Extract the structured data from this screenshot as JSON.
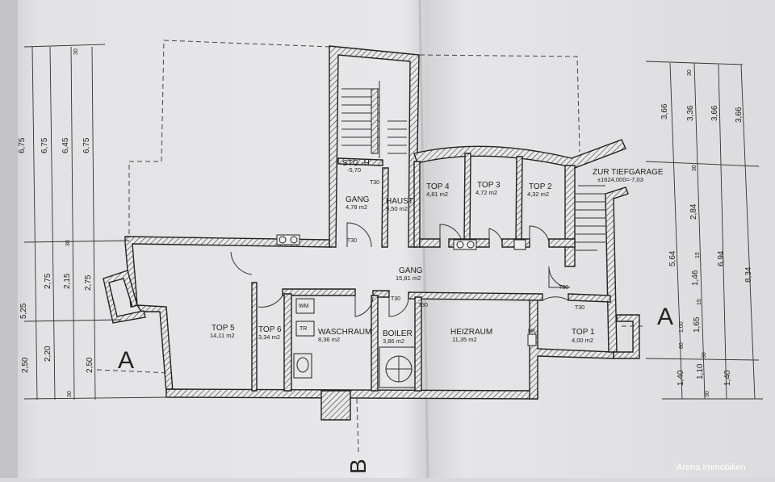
{
  "rooms": {
    "stg": {
      "name": "STG.-H.",
      "area": "-5,70"
    },
    "gang_small": {
      "name": "GANG",
      "area": "4,78 m2"
    },
    "haust": {
      "name": "HAUST.",
      "area": "9,50 m2"
    },
    "top4": {
      "name": "TOP 4",
      "area": "4,81 m2"
    },
    "top3": {
      "name": "TOP 3",
      "area": "4,72 m2"
    },
    "top2": {
      "name": "TOP 2",
      "area": "4,32 m2"
    },
    "gang_main": {
      "name": "GANG",
      "area": "15,81 m2"
    },
    "top5": {
      "name": "TOP 5",
      "area": "14,11 m2"
    },
    "top6": {
      "name": "TOP 6",
      "area": "3,34 m2"
    },
    "waschraum": {
      "name": "WASCHRAUM",
      "area": "8,36 m2"
    },
    "boiler": {
      "name": "BOILER",
      "area": "3,86 m2"
    },
    "heizraum": {
      "name": "HEIZRAUM",
      "area": "11,35 m2"
    },
    "top1": {
      "name": "TOP 1",
      "area": "4,00 m2"
    }
  },
  "garage": {
    "line1": "ZUR TIEFGARAGE",
    "line2": "±1624,000=-7,03"
  },
  "door_tags": {
    "t30": "T30"
  },
  "fixtures": {
    "wm": "WM",
    "tr": "TR",
    "hk": "HK"
  },
  "section_marks": {
    "a_left": "A",
    "a_right": "A",
    "b": "B"
  },
  "dims_left": {
    "col1": [
      "6,75",
      "5,25",
      "2,50"
    ],
    "col2": [
      "6,75",
      "2,75",
      "2,20"
    ],
    "col3": [
      "6,45",
      "2,15",
      "30",
      "30",
      "30"
    ],
    "col4": [
      "6,75",
      "2,75",
      "2,50"
    ]
  },
  "dims_right": {
    "col1": [
      "3,66",
      "5,64",
      "1,40"
    ],
    "col2": [
      "30",
      "3,36",
      "2,84",
      "1,46",
      "1,65",
      "1,10",
      "30",
      "80",
      "30",
      "30",
      "15",
      "15",
      "1,00"
    ],
    "col3": [
      "3,66",
      "6,94",
      "1,40"
    ],
    "col4": [
      "3,66",
      "8,34"
    ]
  },
  "watermark": "Arena Immobilien",
  "colors": {
    "paper": "#e4e3e5",
    "paper_shadow": "#c9c8cb",
    "ink": "#222222"
  }
}
